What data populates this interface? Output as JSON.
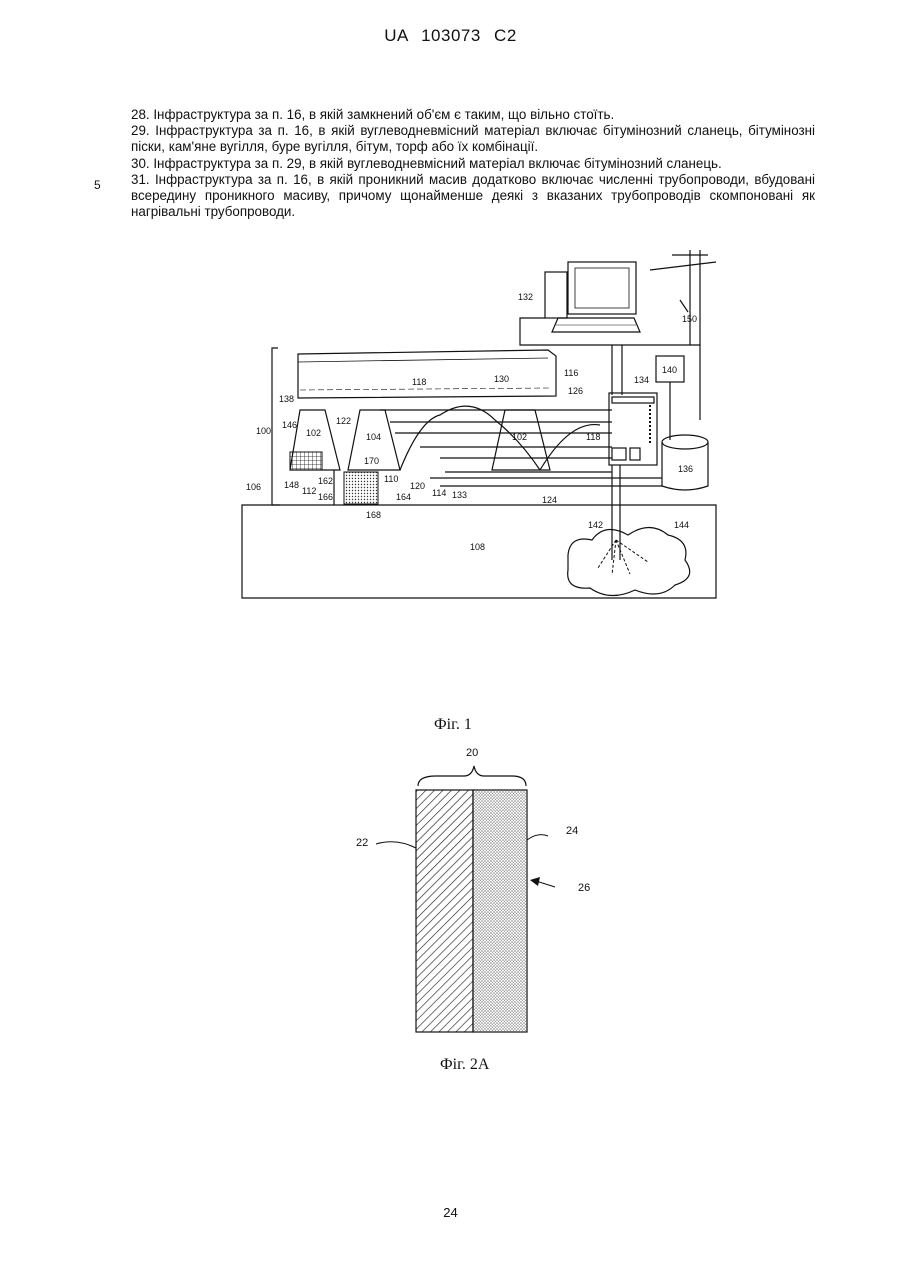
{
  "header": {
    "patent_id": "UA  103073  C2"
  },
  "claims": [
    "28. Інфраструктура за п. 16, в якій замкнений об'єм є таким, що вільно стоїть.",
    "29. Інфраструктура за п. 16, в якій вуглеводневмісний матеріал включає бітумінозний сланець, бітумінозні піски, кам'яне вугілля, буре вугілля, бітум, торф або їх комбінації.",
    "30. Інфраструктура за п. 29, в якій вуглеводневмісний матеріал включає бітумінозний сланець.",
    "31. Інфраструктура за п. 16, в якій проникний масив додатково включає численні трубопроводи, вбудовані всередину проникного масиву, причому щонайменше деякі з вказаних трубопроводів скомпоновані як нагрівальні трубопроводи."
  ],
  "line_number": "5",
  "figure1": {
    "caption": "Фіг. 1",
    "labels": {
      "l132": "132",
      "l150": "150",
      "l140": "140",
      "l134": "134",
      "l116": "116",
      "l118top": "118",
      "l130": "130",
      "l126": "126",
      "l138": "138",
      "l100": "100",
      "l146": "146",
      "l102a": "102",
      "l122": "122",
      "l104": "104",
      "l102b": "102",
      "l118": "118",
      "l170": "170",
      "l136": "136",
      "l148": "148",
      "l162": "162",
      "l112": "112",
      "l166": "166",
      "l164": "164",
      "l168": "168",
      "l110": "110",
      "l120": "120",
      "l114": "114",
      "l133": "133",
      "l124": "124",
      "l106": "106",
      "l142": "142",
      "l144": "144",
      "l108": "108"
    }
  },
  "figure2a": {
    "caption": "Фіг. 2A",
    "labels": {
      "l20": "20",
      "l22": "22",
      "l24": "24",
      "l26": "26"
    }
  },
  "page_number": "24"
}
